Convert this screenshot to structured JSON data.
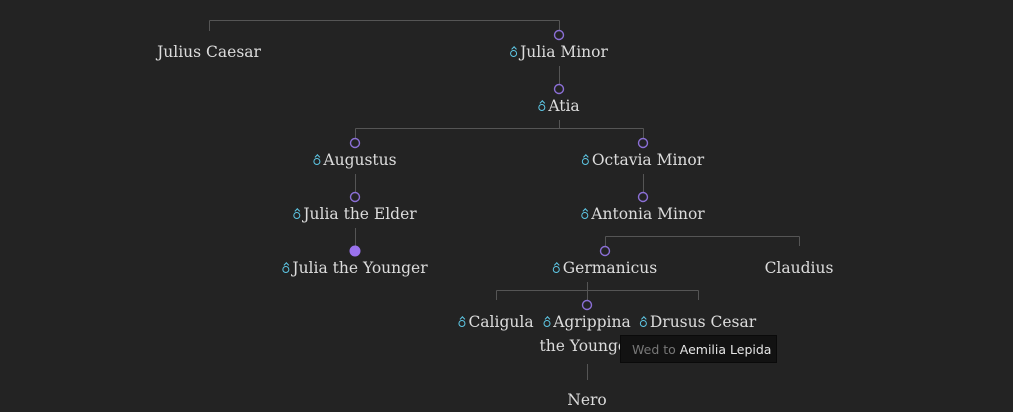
{
  "colors": {
    "background": "#232323",
    "text": "#dcdcdc",
    "connector": "#555555",
    "marker": "#8b6fd6",
    "marker_selected": "#9a72ee",
    "spouse_icon": "#5ec8e6"
  },
  "people": {
    "julius_caesar": {
      "name": "Julius Caesar"
    },
    "julia_minor": {
      "name": "Julia Minor",
      "married": true
    },
    "atia": {
      "name": "Atia",
      "married": true
    },
    "augustus": {
      "name": "Augustus",
      "married": true
    },
    "octavia_minor": {
      "name": "Octavia Minor",
      "married": true
    },
    "julia_elder": {
      "name": "Julia the Elder",
      "married": true
    },
    "antonia_minor": {
      "name": "Antonia Minor",
      "married": true
    },
    "julia_younger": {
      "name": "Julia the Younger",
      "married": true,
      "selected": true
    },
    "germanicus": {
      "name": "Germanicus",
      "married": true
    },
    "claudius": {
      "name": "Claudius"
    },
    "caligula": {
      "name": "Caligula",
      "married": true
    },
    "agrippina": {
      "name_line1": "Agrippina",
      "name_line2": "the Younger",
      "married": true
    },
    "drusus": {
      "name": "Drusus Cesar",
      "married": true
    },
    "nero": {
      "name": "Nero"
    }
  },
  "tooltip": {
    "prefix": "Wed to",
    "spouse": "Aemilia Lepida"
  }
}
